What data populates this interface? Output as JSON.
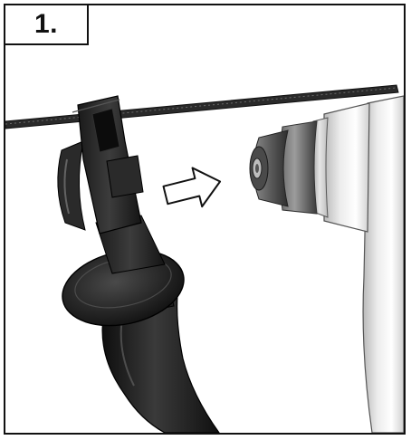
{
  "step": {
    "label": "1."
  },
  "illustration": {
    "subject": "side-handle-mounting-onto-drill",
    "arrow_direction": "right",
    "colors": {
      "frame": "#111111",
      "handle": "#1c1c1c",
      "drill_body": "#d8d8d8",
      "chuck": "#3a3a3a"
    }
  }
}
